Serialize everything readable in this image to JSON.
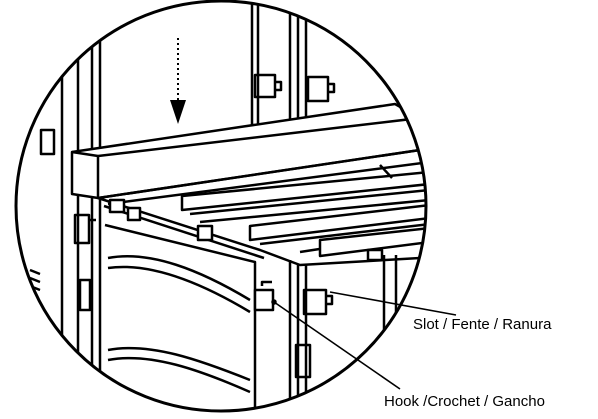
{
  "callouts": {
    "slot": "Slot / Fente / Ranura",
    "hook": "Hook /Crochet / Gancho"
  },
  "colors": {
    "line": "#000000",
    "background": "#ffffff"
  },
  "icons": {
    "arrow": "dotted-down-arrow"
  }
}
